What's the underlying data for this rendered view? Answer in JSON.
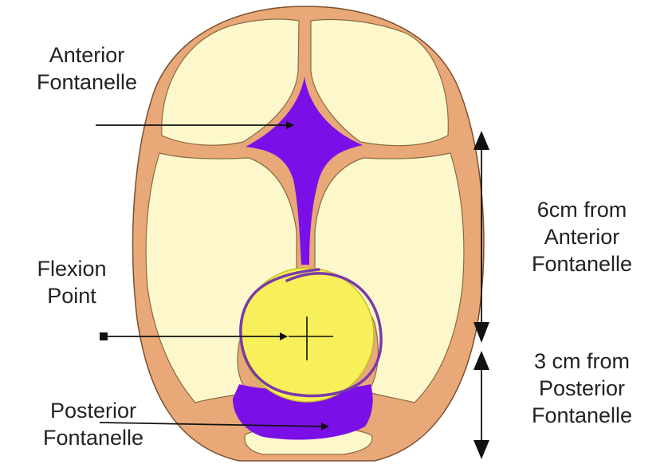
{
  "labels": {
    "anterior": [
      "Anterior",
      "Fontanelle"
    ],
    "flexion": [
      "Flexion",
      "Point"
    ],
    "posterior": [
      "Posterior",
      "Fontanelle"
    ],
    "six_cm": [
      "6cm from",
      "Anterior",
      "Fontanelle"
    ],
    "three_cm": [
      "3 cm from",
      "Posterior",
      "Fontanelle"
    ]
  },
  "colors": {
    "skull_outline": "#e8a878",
    "bone_fill": "#fdf8cc",
    "fontanelle": "#7b0fe8",
    "flexion_zone": "#f7f05a",
    "annotation_circle": "#7a3aa8",
    "arrow": "#111111"
  }
}
